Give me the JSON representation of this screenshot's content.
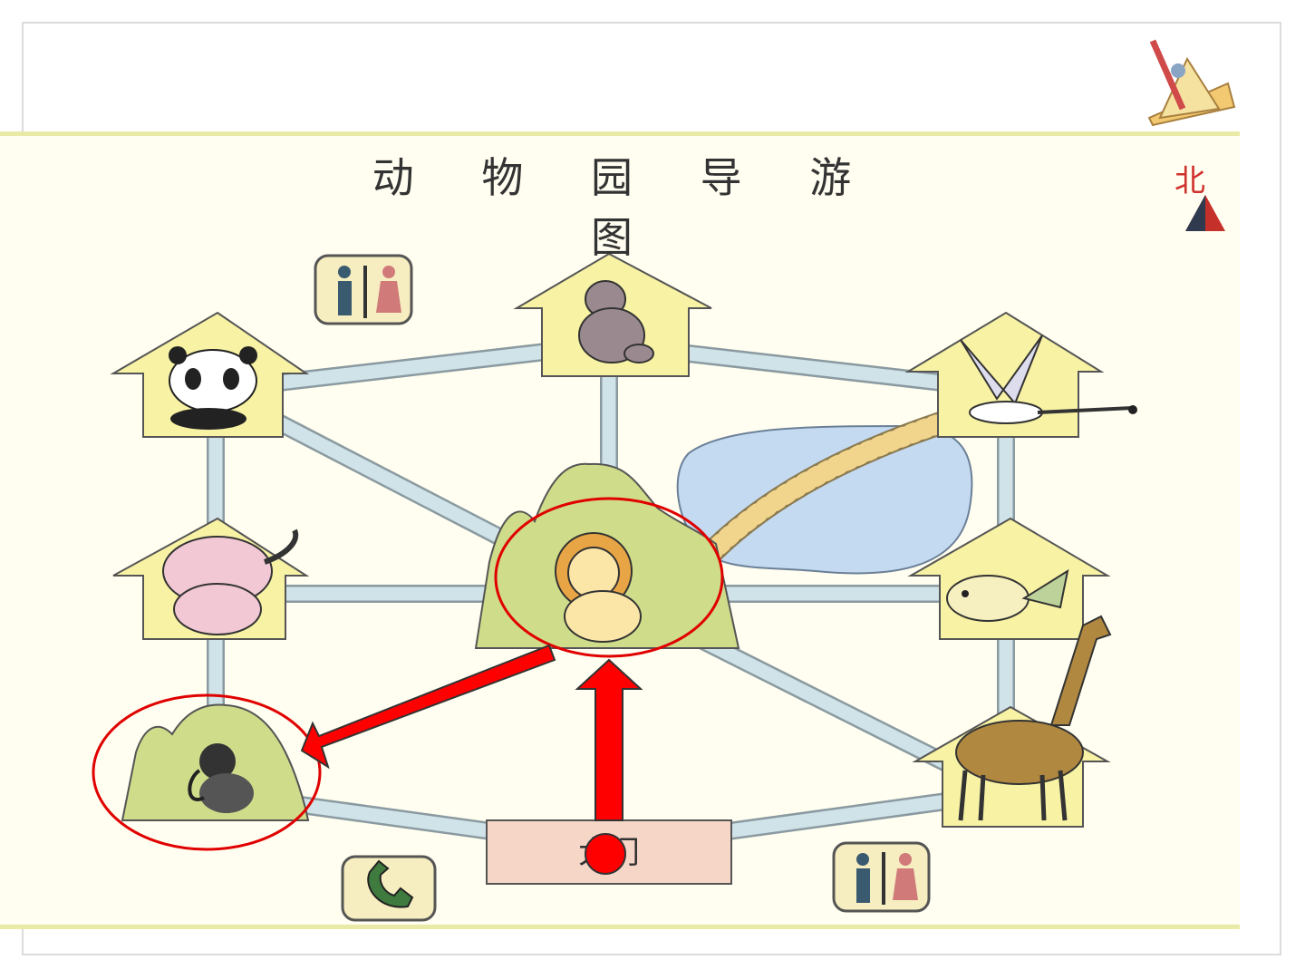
{
  "map": {
    "title": "动 物 园 导 游 图",
    "north_label": "北",
    "gate_label": "大门",
    "icons": {
      "toolbox": "drafting-tools-icon",
      "north_arrow": "north-arrow-icon",
      "restroom": "restroom-icon",
      "phone": "phone-icon"
    },
    "animal_houses": [
      {
        "id": "panda",
        "icon": "panda-icon"
      },
      {
        "id": "gorilla",
        "icon": "gorilla-icon"
      },
      {
        "id": "crane",
        "icon": "crane-icon"
      },
      {
        "id": "elephant",
        "icon": "elephant-icon"
      },
      {
        "id": "lion",
        "icon": "lion-icon"
      },
      {
        "id": "fish",
        "icon": "fish-icon"
      },
      {
        "id": "monkey",
        "icon": "monkey-icon"
      },
      {
        "id": "giraffe",
        "icon": "giraffe-icon"
      }
    ],
    "colors": {
      "house_fill": "#f8f2a4",
      "hill_fill": "#cfdc8a",
      "path_fill": "#cfe3e8",
      "pond_fill": "#c4daf1",
      "highlight": "#e00000",
      "gate_fill": "#f6d7c7"
    }
  }
}
